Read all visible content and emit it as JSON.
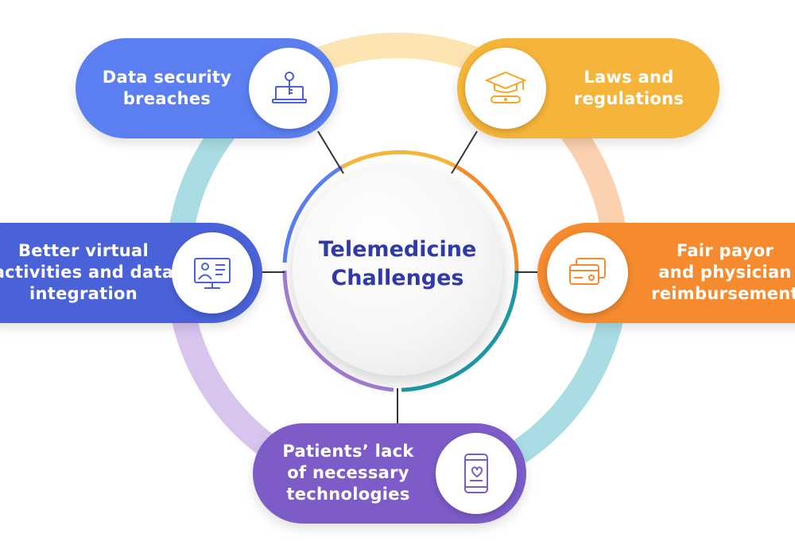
{
  "center": {
    "title_line1": "Telemedicine",
    "title_line2": "Challenges"
  },
  "challenges": [
    {
      "line1": "Data security",
      "line2": "breaches",
      "line3": "",
      "icon": "key-laptop-icon",
      "color": "#5b7ff0"
    },
    {
      "line1": "Laws and",
      "line2": "regulations",
      "line3": "",
      "icon": "graduation-cap-diploma-icon",
      "color": "#f5b43a"
    },
    {
      "line1": "Better virtual",
      "line2": "activities and data",
      "line3": "integration",
      "icon": "doctor-monitor-icon",
      "color": "#4a62d8"
    },
    {
      "line1": "Fair payor",
      "line2": "and physician",
      "line3": "reimbursement",
      "icon": "payment-cards-icon",
      "color": "#f58a2e"
    },
    {
      "line1": "Patients’ lack",
      "line2": "of necessary",
      "line3": "technologies",
      "icon": "smartphone-heart-icon",
      "color": "#7d5cc8"
    }
  ],
  "colors": {
    "ring_top": "#fde4b3",
    "ring_right": "#fbd1b0",
    "ring_teal": "#a9dde3",
    "ring_lavender": "#d9c4ee",
    "title": "#2f3aa8"
  }
}
